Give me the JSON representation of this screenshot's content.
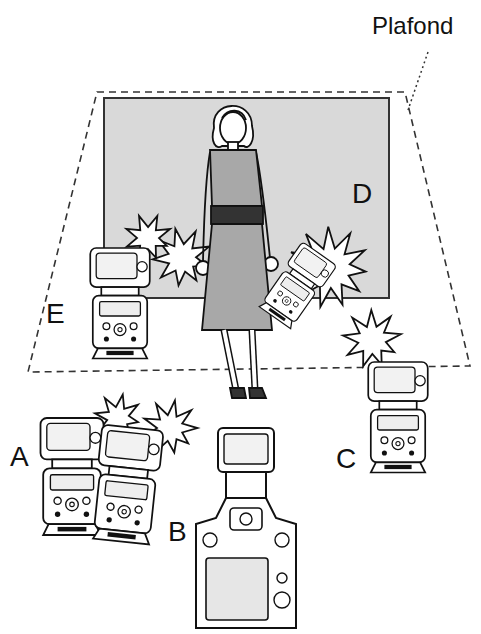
{
  "diagram": {
    "labels": [
      "Plafond",
      "D",
      "E",
      "A",
      "C",
      "B"
    ]
  }
}
